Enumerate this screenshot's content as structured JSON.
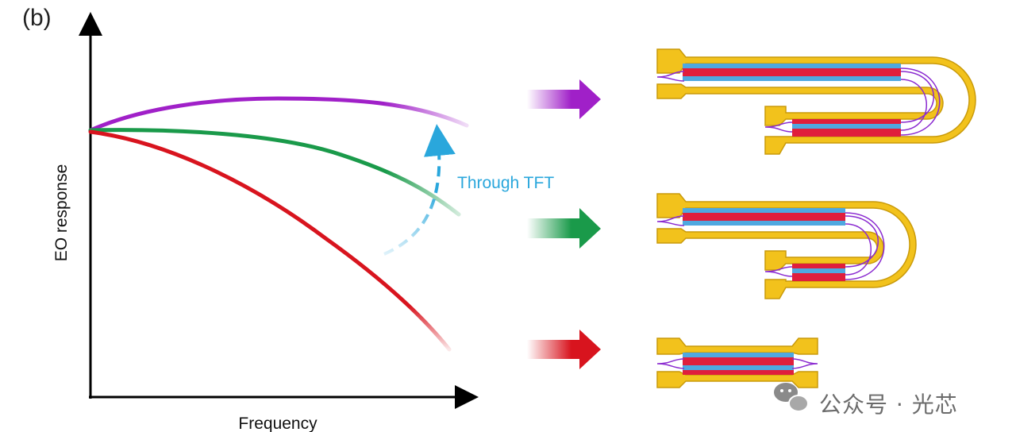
{
  "figure": {
    "panel_label": "(b)",
    "x_axis_label": "Frequency",
    "y_axis_label": "EO response",
    "annotation": "Through TFT"
  },
  "colors": {
    "purple": "#a020c8",
    "green": "#1a9a4a",
    "red": "#d8141e",
    "annotation": "#2aa7dc",
    "electrode": "#f2c21c",
    "electrode_stroke": "#d4a20a",
    "waveguide_blue": "#4fa8e0",
    "waveguide_red": "#e01e3c",
    "fiber": "#8a2ad0"
  },
  "curves": [
    {
      "id": "purple",
      "trend": "rising then flat"
    },
    {
      "id": "green",
      "trend": "gradual decline"
    },
    {
      "id": "red",
      "trend": "steep decline"
    }
  ],
  "devices": [
    {
      "id": "double-folded",
      "color": "purple"
    },
    {
      "id": "single-folded",
      "color": "green"
    },
    {
      "id": "straight",
      "color": "red"
    }
  ],
  "watermark": {
    "text": "公众号 · 光芯",
    "icon": "wechat-icon"
  }
}
